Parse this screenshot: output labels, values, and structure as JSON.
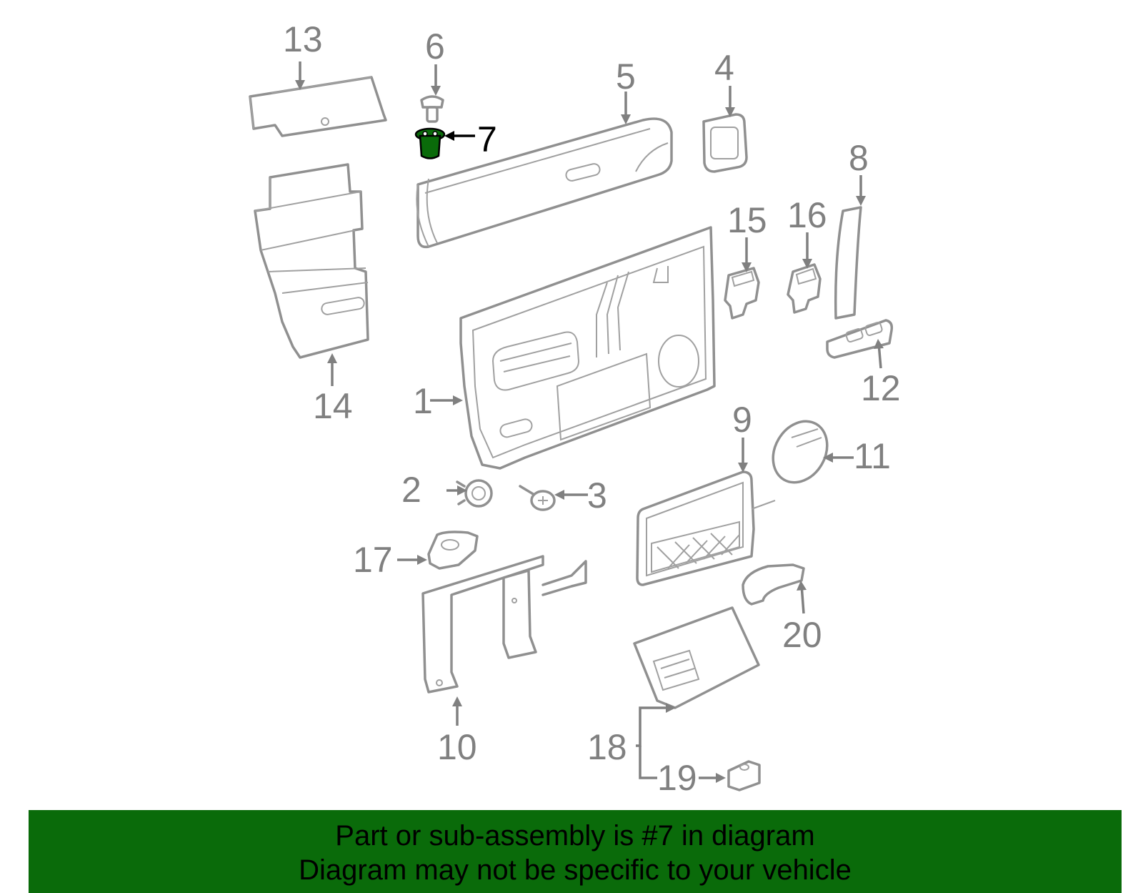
{
  "diagram": {
    "highlight_color": "#0a6b0a",
    "callouts": [
      {
        "id": "1",
        "label": "1"
      },
      {
        "id": "2",
        "label": "2"
      },
      {
        "id": "3",
        "label": "3"
      },
      {
        "id": "4",
        "label": "4"
      },
      {
        "id": "5",
        "label": "5"
      },
      {
        "id": "6",
        "label": "6"
      },
      {
        "id": "7",
        "label": "7",
        "highlighted": true
      },
      {
        "id": "8",
        "label": "8"
      },
      {
        "id": "9",
        "label": "9"
      },
      {
        "id": "10",
        "label": "10"
      },
      {
        "id": "11",
        "label": "11"
      },
      {
        "id": "12",
        "label": "12"
      },
      {
        "id": "13",
        "label": "13"
      },
      {
        "id": "14",
        "label": "14"
      },
      {
        "id": "15",
        "label": "15"
      },
      {
        "id": "16",
        "label": "16"
      },
      {
        "id": "17",
        "label": "17"
      },
      {
        "id": "18",
        "label": "18"
      },
      {
        "id": "19",
        "label": "19"
      },
      {
        "id": "20",
        "label": "20"
      }
    ]
  },
  "banner": {
    "line1": "Part or sub-assembly is #7 in diagram",
    "line2": "Diagram may not be specific to your vehicle",
    "background": "#0a6b0a"
  }
}
